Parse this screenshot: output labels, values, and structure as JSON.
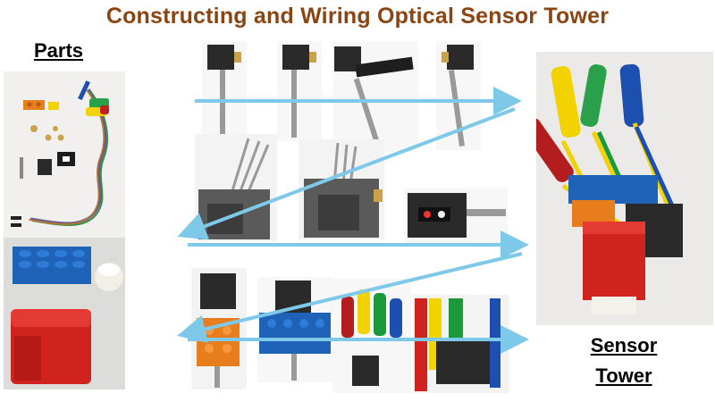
{
  "title": "Constructing and Wiring Optical Sensor Tower",
  "labels": {
    "parts": "Parts",
    "sensor_line1": "Sensor",
    "sensor_line2": "Tower"
  },
  "colors": {
    "title": "#8B4513",
    "arrow": "#7ec8ea",
    "brick_red": "#d0231e",
    "brick_blue": "#1f63b8",
    "brick_orange": "#e87d1e",
    "clip_yellow": "#f2d200",
    "clip_green": "#1a9a3a",
    "clip_red": "#b31d1d",
    "clip_blue": "#1c4fb0",
    "sensor_housing": "#2a2a2a"
  }
}
